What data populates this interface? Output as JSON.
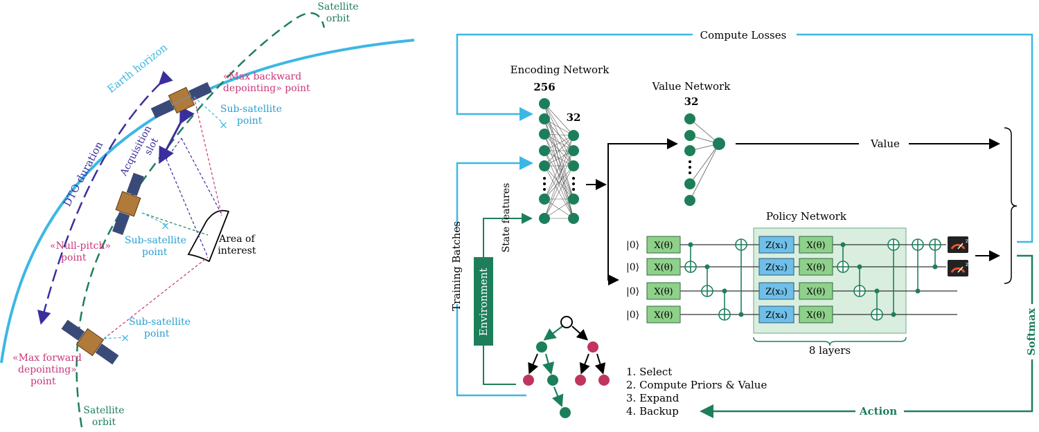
{
  "colors": {
    "cyan": "#3cb7e4",
    "green": "#1d7f5a",
    "node_green": "#1d7f5a",
    "node_red": "#c0355e",
    "purple": "#3a2e9c",
    "magenta": "#c8367a",
    "blue_label": "#2a9fd0",
    "gate_green": "#8fd08b",
    "gate_blue": "#6fbfe8",
    "layer_box": "#d9eede"
  },
  "left": {
    "satellite_orbit_top": [
      "Satellite",
      "orbit"
    ],
    "satellite_orbit_bottom": [
      "Satellite",
      "orbit"
    ],
    "earth_horizon": "Earth horizon",
    "dto_duration": "DTO duration",
    "acquisition_slot": [
      "Acquisition",
      "slot"
    ],
    "max_backward": [
      "«Max backward",
      "depointing» point"
    ],
    "null_pitch": [
      "«Null-pitch»",
      "point"
    ],
    "max_forward": [
      "«Max forward",
      "depointing»",
      "point"
    ],
    "sub_satellite_1": [
      "Sub-satellite",
      "point"
    ],
    "sub_satellite_2": [
      "Sub-satellite",
      "point"
    ],
    "sub_satellite_3": [
      "Sub-satellite",
      "point"
    ],
    "area_of_interest": [
      "Area of",
      "interest"
    ]
  },
  "right": {
    "compute_losses": "Compute Losses",
    "encoding_network": "Encoding Network",
    "enc_256": "256",
    "enc_32": "32",
    "value_network": "Value Network",
    "val_32": "32",
    "value": "Value",
    "policy_network": "Policy Network",
    "training_batches": "Training Batches",
    "state_features": "State features",
    "environment": "Environment",
    "softmax": "Softmax",
    "action": "Action",
    "eight_layers": "8 layers",
    "ket0": "|0⟩",
    "x_theta": "X(θ)",
    "z_gates": [
      "Z(x₁)",
      "Z(x₂)",
      "Z(x₃)",
      "Z(x₄)"
    ],
    "steps": [
      "1. Select",
      "2. Compute Priors & Value",
      "3. Expand",
      "4. Backup"
    ]
  }
}
